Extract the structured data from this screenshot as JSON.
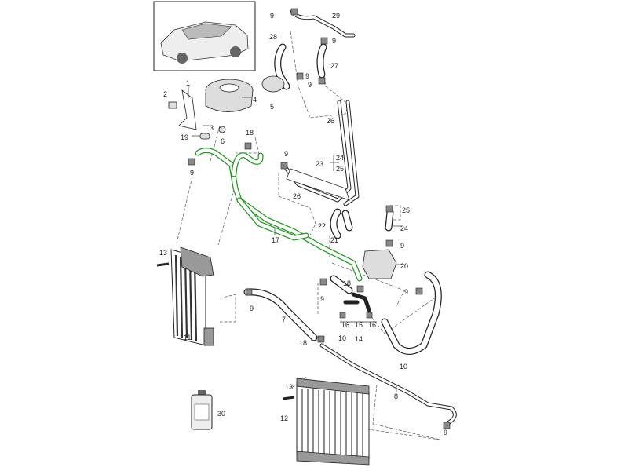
{
  "diagram": {
    "title": "Coolant hose / radiator parts diagram",
    "accent_color": "#1a9a1a",
    "callouts": [
      "9",
      "29",
      "28",
      "9",
      "27",
      "9",
      "9",
      "1",
      "2",
      "4",
      "5",
      "3",
      "6",
      "18",
      "19",
      "26",
      "9",
      "9",
      "23",
      "24",
      "25",
      "26",
      "17",
      "22",
      "21",
      "25",
      "24",
      "9",
      "20",
      "13",
      "18",
      "9",
      "9",
      "9",
      "7",
      "16",
      "15",
      "16",
      "14",
      "11",
      "18",
      "10",
      "10",
      "13",
      "8",
      "12",
      "30",
      "9"
    ]
  }
}
